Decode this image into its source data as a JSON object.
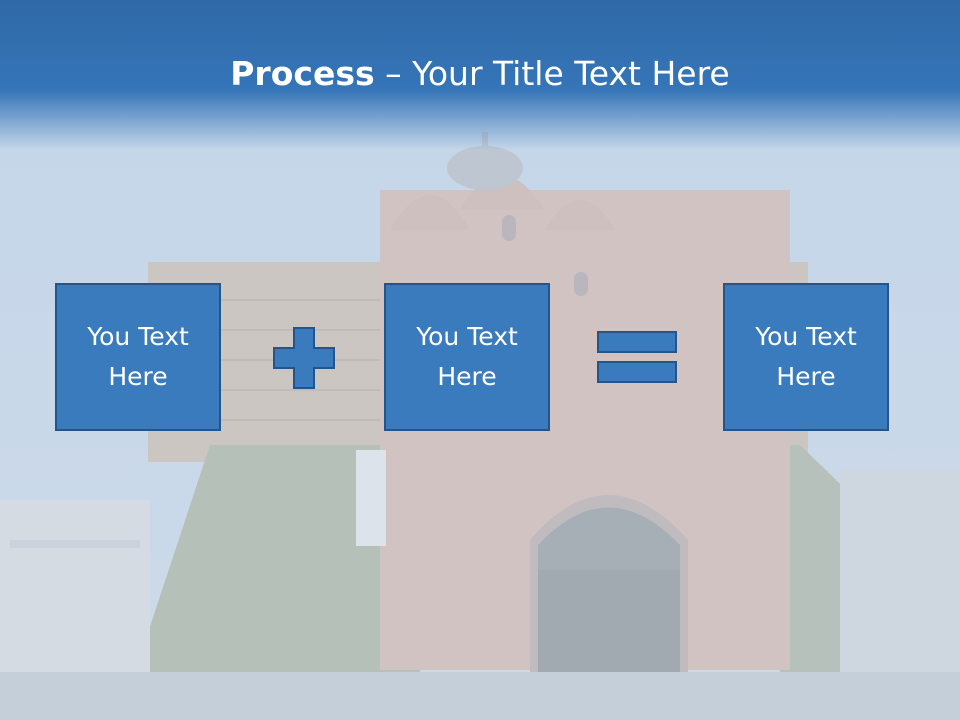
{
  "title": {
    "bold": "Process",
    "rest": " – Your Title Text Here"
  },
  "boxes": [
    {
      "label": "You Text Here"
    },
    {
      "label": "You Text Here"
    },
    {
      "label": "You Text Here"
    }
  ],
  "operators": {
    "first": "plus-icon",
    "second": "equals-icon"
  },
  "colors": {
    "title_band": "#2f69a6",
    "box_fill": "#3a7bbd",
    "box_border": "#24558a",
    "title_text": "#ffffff"
  }
}
